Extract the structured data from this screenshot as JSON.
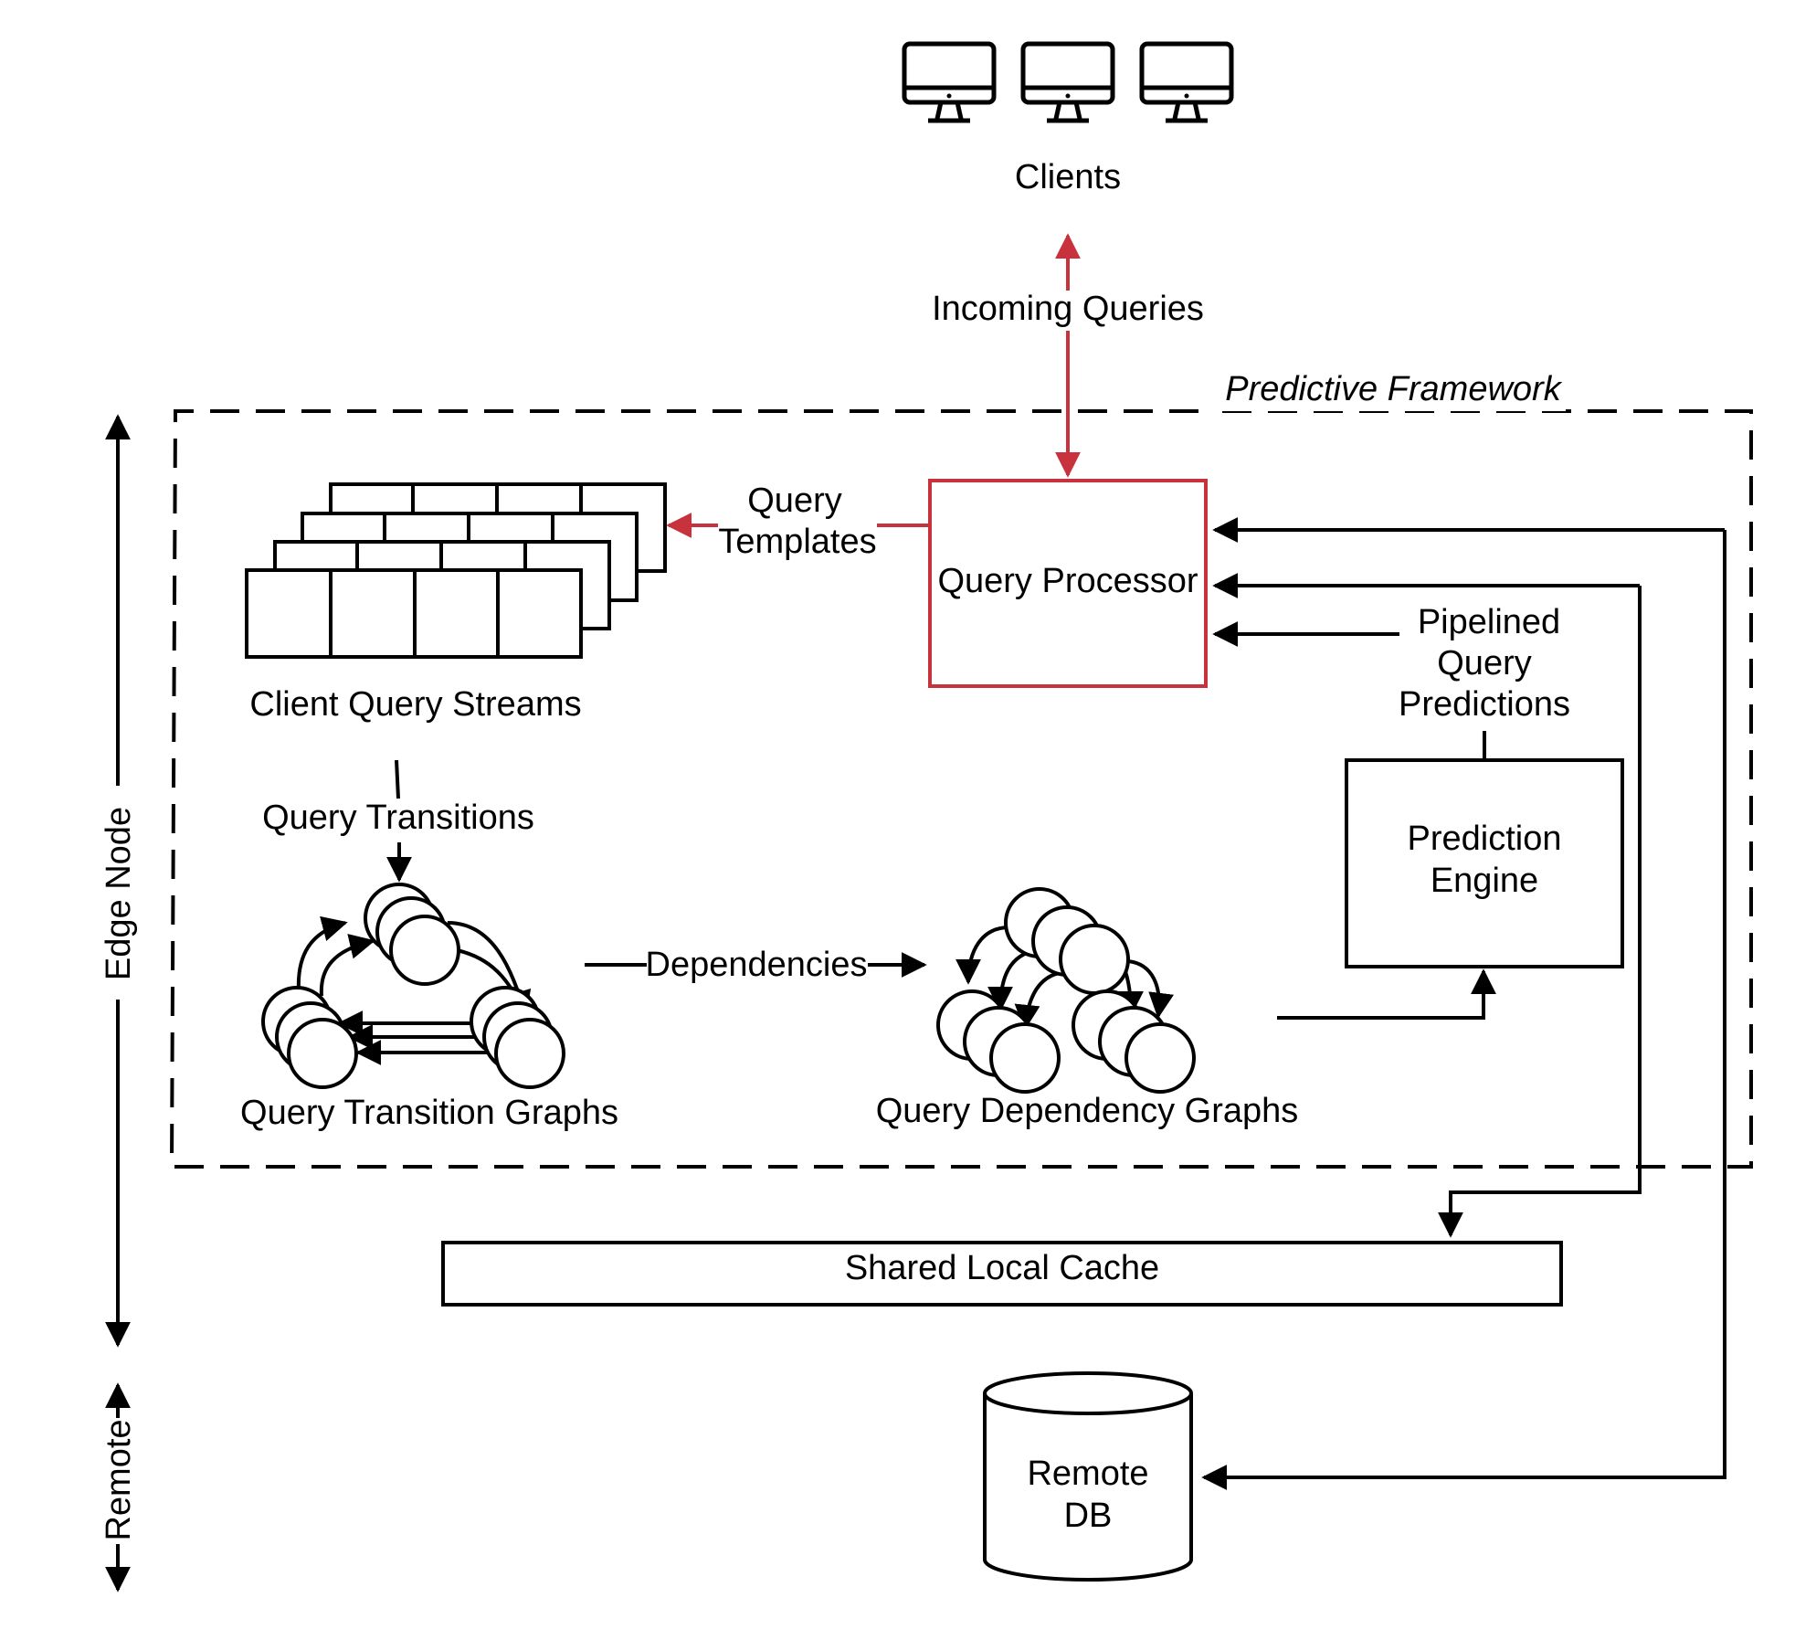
{
  "colors": {
    "accent_red": "#c8323c",
    "stroke": "#000000",
    "background": "#ffffff"
  },
  "icons": {
    "client": "monitor-icon",
    "database": "database-cylinder-icon",
    "graph": "graph-nodes-icon"
  },
  "clients": {
    "label": "Clients",
    "count": 3
  },
  "edges": {
    "incoming_queries": "Incoming Queries",
    "query_templates_line1": "Query",
    "query_templates_line2": "Templates",
    "query_transitions": "Query Transitions",
    "dependencies": "Dependencies",
    "pipelined_line1": "Pipelined",
    "pipelined_line2": "Query",
    "pipelined_line3": "Predictions"
  },
  "framework": {
    "label": "Predictive Framework"
  },
  "nodes": {
    "query_processor": "Query Processor",
    "client_query_streams": "Client Query Streams",
    "query_transition_graphs": "Query Transition Graphs",
    "query_dependency_graphs": "Query Dependency Graphs",
    "prediction_engine_line1": "Prediction",
    "prediction_engine_line2": "Engine",
    "shared_local_cache": "Shared Local Cache",
    "remote_db_line1": "Remote",
    "remote_db_line2": "DB"
  },
  "side_axis": {
    "edge_node": "Edge Node",
    "remote": "Remote"
  }
}
